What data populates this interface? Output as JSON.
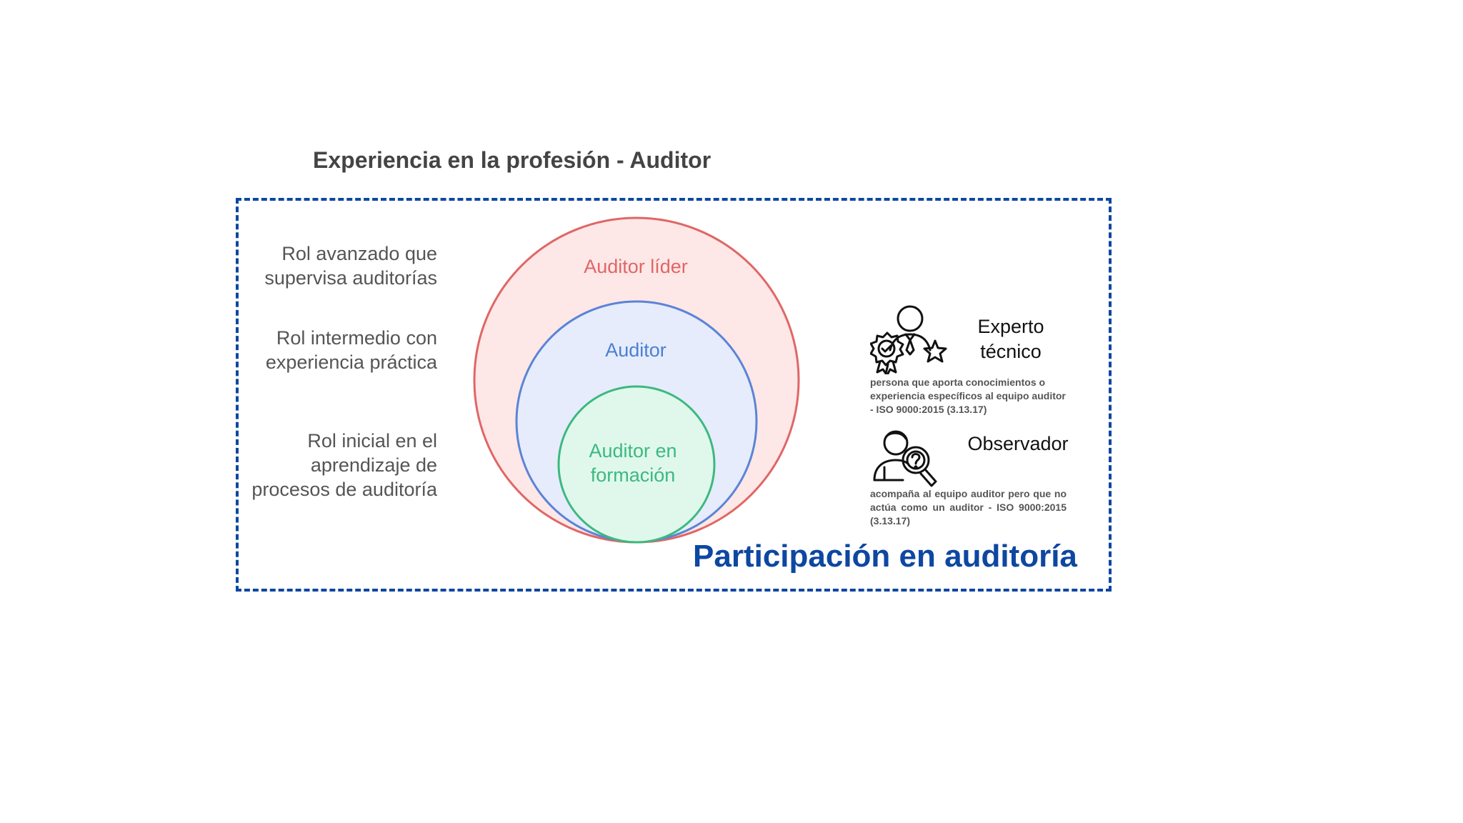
{
  "title": "Experiencia en la profesión - Auditor",
  "levels": {
    "lider": {
      "label": "Auditor líder",
      "description": "Rol avanzado que\nsupervisa auditorías"
    },
    "auditor": {
      "label": "Auditor",
      "description": "Rol intermedio con\nexperiencia práctica"
    },
    "formacion": {
      "label": "Auditor en\nformación",
      "description": "Rol inicial en el\naprendizaje de\nprocesos de auditoría"
    }
  },
  "roles": {
    "experto": {
      "title": "Experto\ntécnico",
      "description": "persona que aporta conocimientos o experiencia específicos al equipo auditor - ISO 9000:2015 (3.13.17)",
      "icon": "expert-badge-icon"
    },
    "observador": {
      "title": "Observador",
      "description": "acompaña al equipo auditor pero que no actúa como un auditor - ISO 9000:2015 (3.13.17)",
      "icon": "observer-magnifier-icon"
    }
  },
  "participation_label": "Participación en auditoría",
  "colors": {
    "lider_stroke": "#e06666",
    "lider_fill": "#fde7e7",
    "auditor_stroke": "#5b84d6",
    "auditor_fill": "#e6ecfb",
    "formacion_stroke": "#3cb97f",
    "formacion_fill": "#e0f8ec",
    "frame": "#0d47a1"
  }
}
